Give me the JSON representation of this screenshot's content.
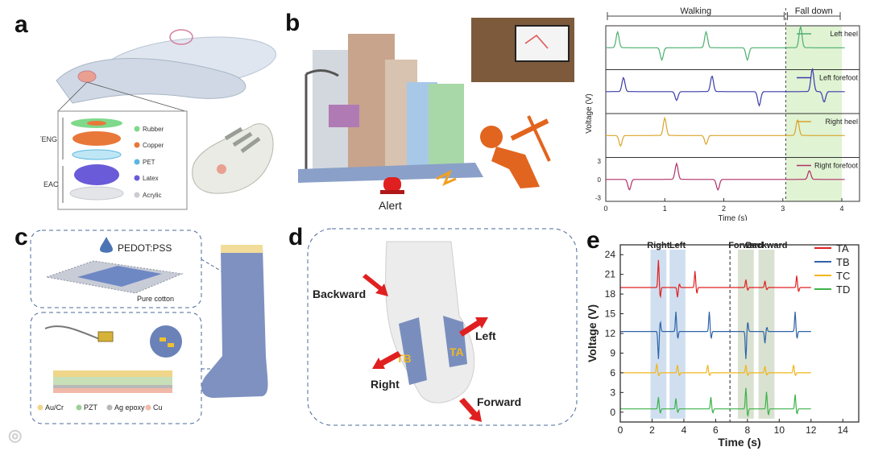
{
  "panels": {
    "a": {
      "label": "a",
      "layers": [
        "Rubber",
        "Copper",
        "PET",
        "Latex",
        "Acrylic"
      ],
      "layer_colors": [
        "#7ed98a",
        "#e8783a",
        "#5bb6e0",
        "#6a5bd8",
        "#c9ccd0"
      ],
      "groups": [
        "TENG",
        "EAC"
      ]
    },
    "b": {
      "label": "b",
      "alert": "Alert"
    },
    "c": {
      "label": "c",
      "pedot": "PEDOT:PSS",
      "cotton": "Pure cotton",
      "legend": [
        {
          "name": "Au/Cr",
          "color": "#f0d68a"
        },
        {
          "name": "PZT",
          "color": "#9ecf9a"
        },
        {
          "name": "Ag epoxy",
          "color": "#b8b8b8"
        },
        {
          "name": "Cu",
          "color": "#f2b9a8"
        }
      ]
    },
    "d": {
      "label": "d",
      "backward": "Backward",
      "left": "Left",
      "right": "Right",
      "forward": "Forward",
      "tb": "TB",
      "ta": "TA"
    },
    "e": {
      "label": "e"
    }
  },
  "chart_data": [
    {
      "type": "line",
      "panel": "b",
      "xlabel": "Time (s)",
      "ylabel": "Voltage (V)",
      "xlim": [
        0,
        4.3
      ],
      "xticks": [
        "0",
        "1",
        "2",
        "3",
        "4"
      ],
      "yticks": [
        "3",
        "0",
        "-3"
      ],
      "regions": [
        {
          "label": "Walking",
          "x": [
            0,
            3.05
          ]
        },
        {
          "label": "Fall down",
          "x": [
            3.05,
            4.0
          ]
        }
      ],
      "series": [
        {
          "name": "Left heel",
          "color": "#4caf6f"
        },
        {
          "name": "Left forefoot",
          "color": "#3b3ba8"
        },
        {
          "name": "Right heel",
          "color": "#d9a52c"
        },
        {
          "name": "Right forefoot",
          "color": "#b0306a"
        }
      ]
    },
    {
      "type": "line",
      "panel": "e",
      "xlabel": "Time (s)",
      "ylabel": "Voltage (V)",
      "xlim": [
        0,
        15
      ],
      "ylim": [
        -1.5,
        25.5
      ],
      "xticks": [
        0,
        2,
        4,
        6,
        8,
        10,
        12,
        14
      ],
      "yticks": [
        0,
        3,
        6,
        9,
        12,
        15,
        18,
        21,
        24
      ],
      "regions": [
        {
          "label": "Right",
          "x": [
            1.9,
            2.9
          ],
          "color": "#a9c4e4"
        },
        {
          "label": "Left",
          "x": [
            3.1,
            4.1
          ],
          "color": "#a9c4e4"
        },
        {
          "label": "Forward",
          "x": [
            7.4,
            8.4
          ],
          "color": "#b9c9a9"
        },
        {
          "label": "Backward",
          "x": [
            8.7,
            9.7
          ],
          "color": "#b9c9a9"
        }
      ],
      "divider_x": 6.9,
      "series": [
        {
          "name": "TA",
          "color": "#e02020",
          "baseline": 19,
          "peaks": [
            [
              2.4,
              4.2
            ],
            [
              3.6,
              -1.5
            ],
            [
              4.7,
              2.5
            ],
            [
              7.9,
              1.2
            ],
            [
              9.1,
              1.0
            ],
            [
              11.1,
              1.8
            ]
          ]
        },
        {
          "name": "TB",
          "color": "#2f64a8",
          "baseline": 12.3,
          "peaks": [
            [
              2.4,
              -4.2
            ],
            [
              3.5,
              3.0
            ],
            [
              5.6,
              3.0
            ],
            [
              7.9,
              -4.2
            ],
            [
              9.1,
              -1.8
            ],
            [
              11.0,
              3.0
            ]
          ]
        },
        {
          "name": "TC",
          "color": "#f2b51a",
          "baseline": 6,
          "peaks": [
            [
              2.3,
              1.4
            ],
            [
              3.6,
              1.2
            ],
            [
              5.5,
              1.2
            ],
            [
              7.9,
              1.2
            ],
            [
              9.1,
              1.0
            ],
            [
              10.9,
              1.2
            ]
          ]
        },
        {
          "name": "TD",
          "color": "#3cb34a",
          "baseline": 0.5,
          "peaks": [
            [
              2.4,
              1.8
            ],
            [
              3.5,
              1.6
            ],
            [
              5.7,
              1.8
            ],
            [
              7.9,
              3.2
            ],
            [
              9.2,
              2.6
            ],
            [
              11.0,
              2.2
            ]
          ]
        }
      ]
    }
  ]
}
